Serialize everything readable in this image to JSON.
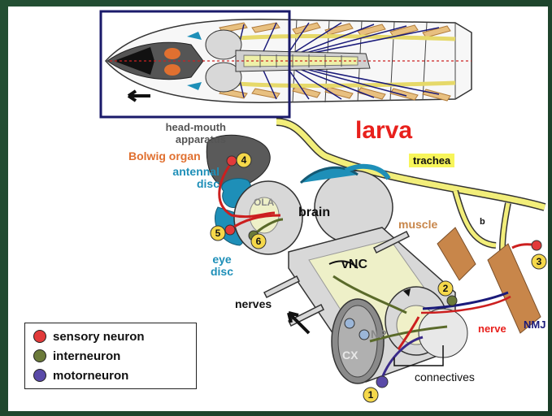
{
  "title": "larva",
  "labels": {
    "head_mouth": "head-mouth\napparatus",
    "bolwig": "Bolwig organ",
    "antennal_disc": "antennal\ndisc",
    "eye_disc": "eye\ndisc",
    "ola": "OLA",
    "brain": "brain",
    "vnc": "vNC",
    "nerves": "nerves",
    "np": "NP",
    "cx": "CX",
    "connectives": "connectives",
    "trachea": "trachea",
    "muscle": "muscle",
    "b": "b",
    "nerve": "nerve",
    "nmj": "NMJ"
  },
  "numbers": [
    "1",
    "2",
    "3",
    "4",
    "5",
    "6"
  ],
  "legend": [
    {
      "label": "sensory neuron",
      "color": "#e23a3a"
    },
    {
      "label": "interneuron",
      "color": "#6b7a3a"
    },
    {
      "label": "motorneuron",
      "color": "#5a4aa8"
    }
  ],
  "colors": {
    "title_red": "#e8201c",
    "bolwig_orange": "#e07030",
    "disc_blue": "#1e8fb8",
    "muscle_tan": "#c8864a",
    "trachea_yellow": "#f2ee7a",
    "nerve_navy": "#1a1a7a",
    "larva_box": "#1a1a6a"
  }
}
